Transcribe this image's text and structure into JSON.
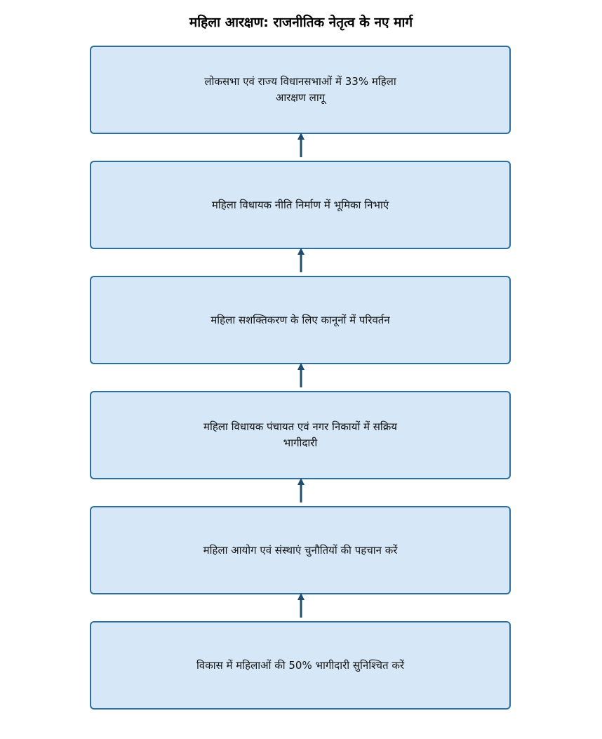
{
  "title": "महिला आरक्षण: राजनीतिक नेतृत्व के नए मार्ग",
  "nodes": [
    {
      "label": "लोकसभा एवं राज्य विधानसभाओं में 33% महिला आरक्षण लागू"
    },
    {
      "label": "महिला विधायक नीति निर्माण में भूमिका निभाएं"
    },
    {
      "label": "महिला सशक्तिकरण के लिए कानूनों में परिवर्तन"
    },
    {
      "label": "महिला विधायक पंचायत एवं नगर निकायों में सक्रिय भागीदारी"
    },
    {
      "label": "महिला आयोग एवं संस्थाएं चुनौतियों की पहचान करें"
    },
    {
      "label": "विकास में महिलाओं की 50% भागीदारी सुनिश्चित करें"
    }
  ],
  "edges": [
    {
      "from": 5,
      "to": 4
    },
    {
      "from": 4,
      "to": 3
    },
    {
      "from": 3,
      "to": 2
    },
    {
      "from": 2,
      "to": 1
    },
    {
      "from": 1,
      "to": 0
    }
  ],
  "colors": {
    "box_fill": "#d6e8f7",
    "box_border": "#2f6f9f",
    "arrow": "#1f4e72"
  }
}
